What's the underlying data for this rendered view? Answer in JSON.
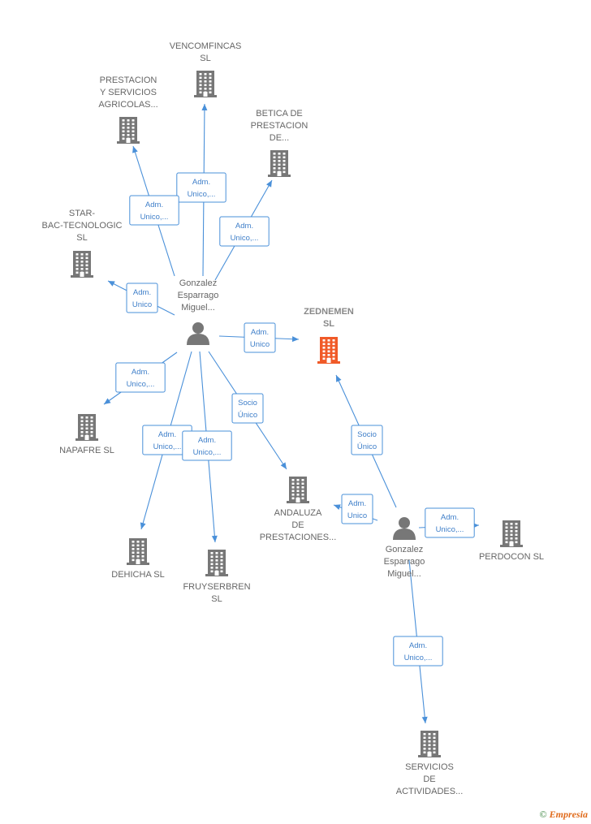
{
  "nodes": [
    {
      "id": "vencomfincas",
      "type": "company",
      "label": [
        "VENCOMFINCAS",
        "SL"
      ]
    },
    {
      "id": "prestacion_agricolas",
      "type": "company",
      "label": [
        "PRESTACION",
        "Y SERVICIOS",
        "AGRICOLAS..."
      ]
    },
    {
      "id": "betica",
      "type": "company",
      "label": [
        "BETICA DE",
        "PRESTACION",
        "DE..."
      ]
    },
    {
      "id": "star_bac",
      "type": "company",
      "label": [
        "STAR-",
        "BAC-TECNOLOGIC",
        "SL"
      ]
    },
    {
      "id": "zednemen",
      "type": "company",
      "main": true,
      "label": [
        "ZEDNEMEN",
        "SL"
      ]
    },
    {
      "id": "napafre",
      "type": "company",
      "label": [
        "NAPAFRE  SL"
      ]
    },
    {
      "id": "andaluza",
      "type": "company",
      "label": [
        "ANDALUZA",
        "DE",
        "PRESTACIONES..."
      ]
    },
    {
      "id": "dehicha",
      "type": "company",
      "label": [
        "DEHICHA  SL"
      ]
    },
    {
      "id": "fruyserbren",
      "type": "company",
      "label": [
        "FRUYSERBREN",
        "SL"
      ]
    },
    {
      "id": "perdocon",
      "type": "company",
      "label": [
        "PERDOCON  SL"
      ]
    },
    {
      "id": "servicios",
      "type": "company",
      "label": [
        "SERVICIOS",
        "DE",
        "ACTIVIDADES..."
      ]
    },
    {
      "id": "person1",
      "type": "person",
      "label": [
        "Gonzalez",
        "Esparrago",
        "Miguel..."
      ]
    },
    {
      "id": "person2",
      "type": "person",
      "label": [
        "Gonzalez",
        "Esparrago",
        "Miguel..."
      ]
    }
  ],
  "edges": [
    {
      "from": "person1",
      "to": "vencomfincas",
      "label": [
        "Adm.",
        "Unico,..."
      ]
    },
    {
      "from": "person1",
      "to": "prestacion_agricolas",
      "label": [
        "Adm.",
        "Unico,..."
      ]
    },
    {
      "from": "person1",
      "to": "betica",
      "label": [
        "Adm.",
        "Unico,..."
      ]
    },
    {
      "from": "person1",
      "to": "star_bac",
      "label": [
        "Adm.",
        "Unico"
      ]
    },
    {
      "from": "person1",
      "to": "zednemen",
      "label": [
        "Adm.",
        "Unico"
      ]
    },
    {
      "from": "person1",
      "to": "napafre",
      "label": [
        "Adm.",
        "Unico,..."
      ]
    },
    {
      "from": "person1",
      "to": "dehicha",
      "label": [
        "Adm.",
        "Unico,..."
      ]
    },
    {
      "from": "person1",
      "to": "fruyserbren",
      "label": [
        "Adm.",
        "Unico,..."
      ]
    },
    {
      "from": "person1",
      "to": "andaluza",
      "label": [
        "Socio",
        "Único"
      ]
    },
    {
      "from": "person2",
      "to": "zednemen",
      "label": [
        "Socio",
        "Único"
      ]
    },
    {
      "from": "person2",
      "to": "andaluza",
      "label": [
        "Adm.",
        "Unico"
      ]
    },
    {
      "from": "person2",
      "to": "perdocon",
      "label": [
        "Adm.",
        "Unico,..."
      ]
    },
    {
      "from": "person2",
      "to": "servicios",
      "label": [
        "Adm.",
        "Unico,..."
      ]
    }
  ],
  "colors": {
    "company_icon": "#777777",
    "main_company_icon": "#f05a28",
    "person_icon": "#777777",
    "edge": "#4a90d9"
  },
  "copyright": {
    "symbol": "©",
    "brand": "Empresia"
  }
}
